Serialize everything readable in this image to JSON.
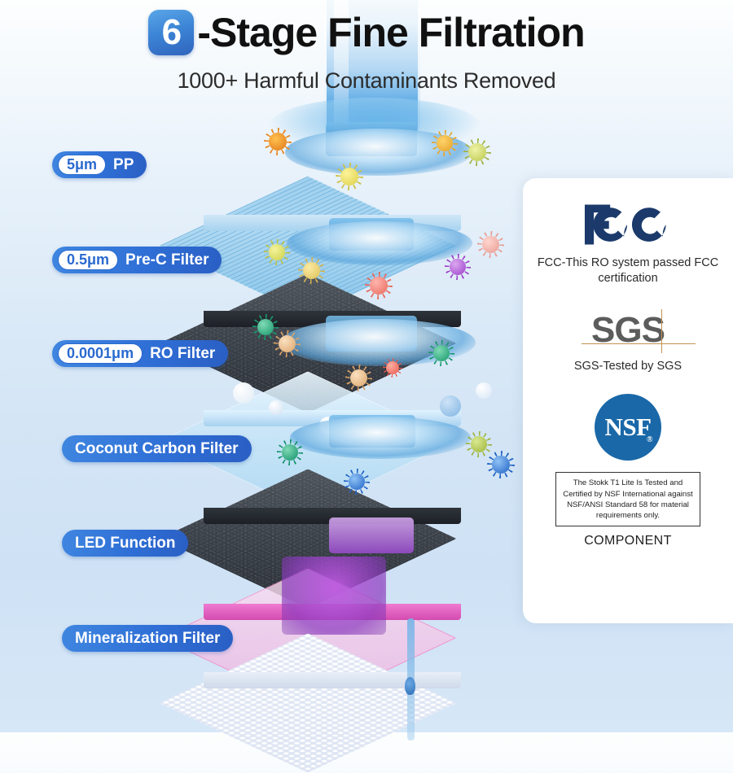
{
  "header": {
    "stage_count": "6",
    "title": "-Stage Fine Filtration",
    "subtitle": "1000+ Harmful Contaminants Removed"
  },
  "filter_stages": [
    {
      "micron": "5μm",
      "name": "PP"
    },
    {
      "micron": "0.5μm",
      "name": "Pre-C Filter"
    },
    {
      "micron": "0.0001μm",
      "name": "RO Filter"
    },
    {
      "micron": "",
      "name": "Coconut Carbon Filter"
    },
    {
      "micron": "",
      "name": "LED Function"
    },
    {
      "micron": "",
      "name": "Mineralization Filter"
    }
  ],
  "certifications": {
    "fcc": {
      "logo_text": "FCC",
      "caption": "FCC-This RO system passed FCC certification"
    },
    "sgs": {
      "logo_text": "SGS",
      "caption": "SGS-Tested by SGS"
    },
    "nsf": {
      "logo_text": "NSF",
      "registered_mark": "®",
      "box_text": "The Stokk T1 Lite Is Tested and Certified by NSF International against NSF/ANSI Standard 58 for material requirements only.",
      "component_label": "COMPONENT"
    }
  },
  "colors": {
    "badge_blue": "#3d86d6",
    "label_blue": "#2f6fd6",
    "fcc_navy": "#1b3a6b",
    "sgs_gray": "#5c5c5c",
    "sgs_accent": "#c2934f",
    "nsf_blue": "#1a68a8",
    "background_top": "#fdfefe",
    "background_bottom": "#cfe2f5"
  }
}
